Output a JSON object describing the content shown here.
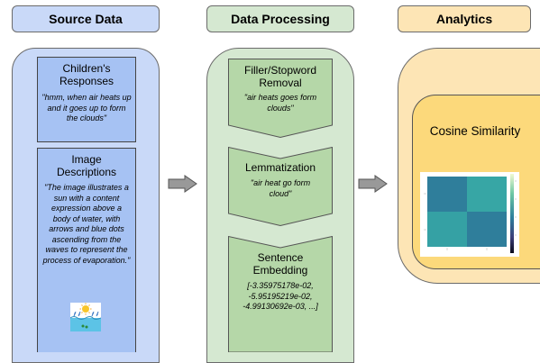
{
  "headers": {
    "source": "Source Data",
    "processing": "Data Processing",
    "analytics": "Analytics"
  },
  "source": {
    "responses": {
      "title": "Children's Responses",
      "quote": "\"hmm, when air heats up and it goes up to form the clouds\""
    },
    "images": {
      "title": "Image Descriptions",
      "quote": "\"The image illustrates a sun with a content expression above a body of water, with arrows and blue dots ascending from the waves to represent the process of evaporation.\"",
      "thumbnail_icon": "evaporation-thumbnail-icon"
    }
  },
  "processing": {
    "steps": [
      {
        "title": "Filler/Stopword Removal",
        "text": "\"air heats goes form clouds\""
      },
      {
        "title": "Lemmatization",
        "text": "\"air heat go form cloud\""
      },
      {
        "title": "Sentence Embedding",
        "text": "[-3.35975178e-02, -5.95195219e-02, -4.99130692e-03, ...]"
      }
    ]
  },
  "analytics": {
    "title": "Cosine Similarity",
    "heatmap_colors": [
      "#2f7e9b",
      "#37a6a5",
      "#35a1a4",
      "#2f7e9b"
    ]
  },
  "colors": {
    "source_bg": "#c9d9f8",
    "source_box": "#a6c2f3",
    "processing_bg": "#d5e8d1",
    "processing_chevron": "#b5d7a8",
    "analytics_bg": "#fde5b5",
    "analytics_box": "#fcd97b",
    "arrow": "#999999"
  }
}
